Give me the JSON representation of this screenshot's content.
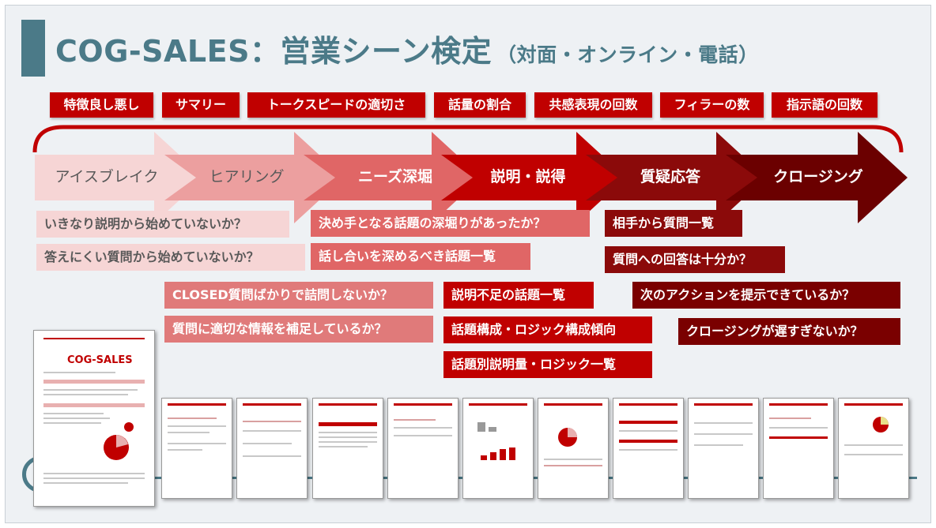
{
  "title": {
    "main": "COG-SALES：営業シーン検定",
    "sub": "（対面・オンライン・電話）"
  },
  "tags": [
    "特徴良し悪し",
    "サマリー",
    "トークスピードの適切さ",
    "話量の割合",
    "共感表現の回数",
    "フィラーの数",
    "指示語の回数"
  ],
  "stages": [
    "アイスブレイク",
    "ヒアリング",
    "ニーズ深堀",
    "説明・説得",
    "質疑応答",
    "クロージング"
  ],
  "questions": {
    "icebreak": [
      "いきなり説明から始めていないか？",
      "答えにくい質問から始めていないか？"
    ],
    "hearing": [
      "CLOSED質問ばかりで詰問しないか？",
      "質問に適切な情報を補足しているか？"
    ],
    "needs": [
      "決め手となる話題の深堀りがあったか？",
      "話し合いを深めるべき話題一覧"
    ],
    "explain": [
      "説明不足の話題一覧",
      "話題構成・ロジック構成傾向",
      "話題別説明量・ロジック一覧"
    ],
    "qa": [
      "相手から質問一覧",
      "質問への回答は十分か？"
    ],
    "closing": [
      "次のアクションを提示できているか？",
      "クロージングが遅すぎないか？"
    ]
  },
  "report": {
    "cover_logo": "COG-SALES"
  },
  "colors": {
    "accent": "#4b7a88",
    "red": "#c00000",
    "dark_red": "#7a0000",
    "pale_pink": "#f6d5d5"
  }
}
